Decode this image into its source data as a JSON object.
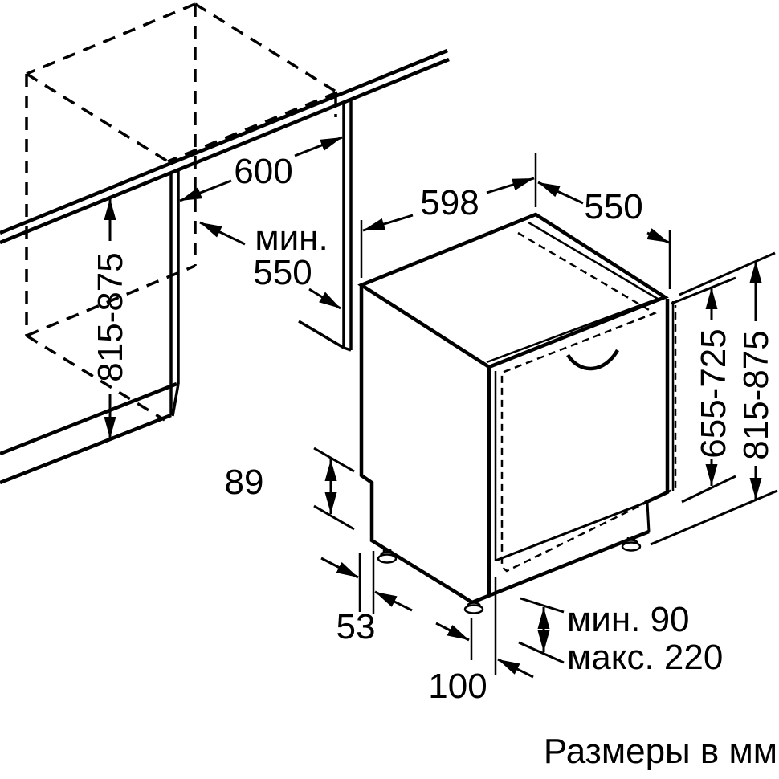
{
  "figure": {
    "unit_note": "Размеры в мм",
    "niche": {
      "width": "600",
      "depth_label": "мин.",
      "depth": "550",
      "height": "815-875"
    },
    "appliance": {
      "width": "598",
      "depth": "550",
      "front_height": "655-725",
      "height": "815-875",
      "base_height": "89",
      "base_inset": "53",
      "front_offset": "100",
      "plinth_min": "мин. 90",
      "plinth_max": "макс. 220"
    }
  },
  "colors": {
    "line": "#000000",
    "background": "#ffffff"
  }
}
